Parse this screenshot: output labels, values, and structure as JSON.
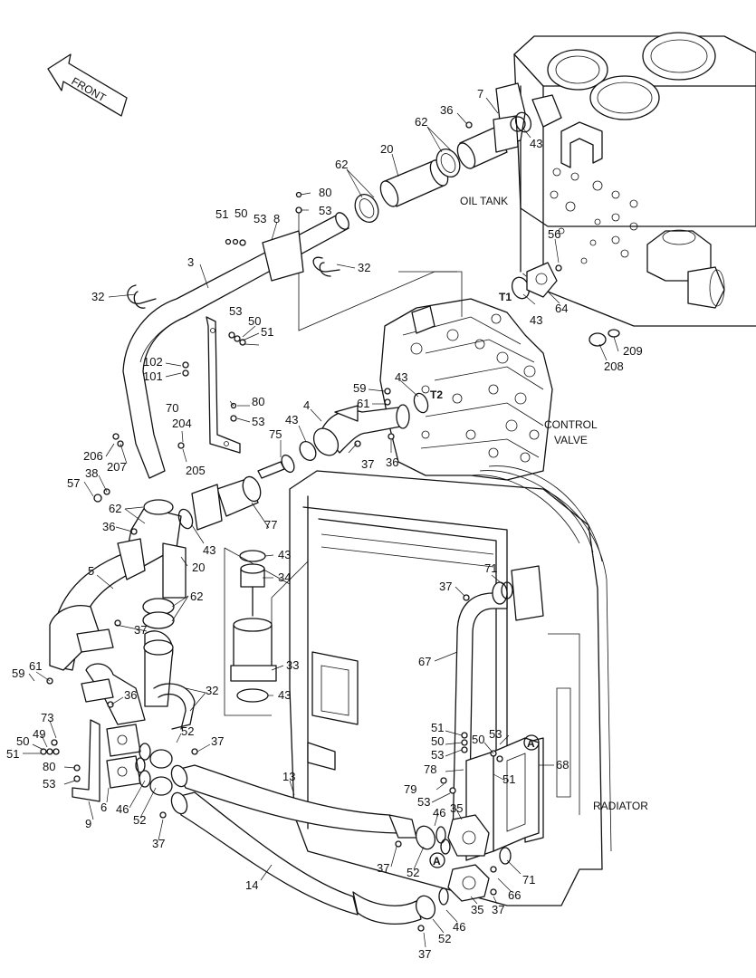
{
  "front_label": "FRONT",
  "oil_tank_label": "OIL TANK",
  "control_valve_label": [
    "CONTROL",
    "VALVE"
  ],
  "radiator_label": "RADIATOR",
  "port_t1": "T1",
  "port_t2": "T2",
  "ref_a": "A",
  "part_labels": [
    {
      "id": "l7",
      "t": "7"
    },
    {
      "id": "l36a",
      "t": "36"
    },
    {
      "id": "l62a",
      "t": "62"
    },
    {
      "id": "l43a",
      "t": "43"
    },
    {
      "id": "l20a",
      "t": "20"
    },
    {
      "id": "l62b",
      "t": "62"
    },
    {
      "id": "l80a",
      "t": "80"
    },
    {
      "id": "l53a",
      "t": "53"
    },
    {
      "id": "l51a",
      "t": "51"
    },
    {
      "id": "l50a",
      "t": "50"
    },
    {
      "id": "l53b",
      "t": "53"
    },
    {
      "id": "l8",
      "t": "8"
    },
    {
      "id": "l3",
      "t": "3"
    },
    {
      "id": "l32a",
      "t": "32"
    },
    {
      "id": "l32b",
      "t": "32"
    },
    {
      "id": "l56",
      "t": "56"
    },
    {
      "id": "l43b",
      "t": "43"
    },
    {
      "id": "l64",
      "t": "64"
    },
    {
      "id": "l53c",
      "t": "53"
    },
    {
      "id": "l50b",
      "t": "50"
    },
    {
      "id": "l51b",
      "t": "51"
    },
    {
      "id": "l102",
      "t": "102"
    },
    {
      "id": "l101",
      "t": "101"
    },
    {
      "id": "l209",
      "t": "209"
    },
    {
      "id": "l208",
      "t": "208"
    },
    {
      "id": "l59a",
      "t": "59"
    },
    {
      "id": "l43c",
      "t": "43"
    },
    {
      "id": "l61a",
      "t": "61"
    },
    {
      "id": "l70",
      "t": "70"
    },
    {
      "id": "l80b",
      "t": "80"
    },
    {
      "id": "l4",
      "t": "4"
    },
    {
      "id": "l43d",
      "t": "43"
    },
    {
      "id": "l53d",
      "t": "53"
    },
    {
      "id": "l204",
      "t": "204"
    },
    {
      "id": "l75",
      "t": "75"
    },
    {
      "id": "l206",
      "t": "206"
    },
    {
      "id": "l207",
      "t": "207"
    },
    {
      "id": "l205",
      "t": "205"
    },
    {
      "id": "l37a",
      "t": "37"
    },
    {
      "id": "l36b",
      "t": "36"
    },
    {
      "id": "l57",
      "t": "57"
    },
    {
      "id": "l38",
      "t": "38"
    },
    {
      "id": "l36c",
      "t": "36"
    },
    {
      "id": "l62c",
      "t": "62"
    },
    {
      "id": "l43e",
      "t": "43"
    },
    {
      "id": "l77",
      "t": "77"
    },
    {
      "id": "l20b",
      "t": "20"
    },
    {
      "id": "l43f",
      "t": "43"
    },
    {
      "id": "l5",
      "t": "5"
    },
    {
      "id": "l34",
      "t": "34"
    },
    {
      "id": "l71a",
      "t": "71"
    },
    {
      "id": "l37b",
      "t": "37"
    },
    {
      "id": "l62d",
      "t": "62"
    },
    {
      "id": "l37c",
      "t": "37"
    },
    {
      "id": "l67",
      "t": "67"
    },
    {
      "id": "l59b",
      "t": "59"
    },
    {
      "id": "l61b",
      "t": "61"
    },
    {
      "id": "l33",
      "t": "33"
    },
    {
      "id": "l36d",
      "t": "36"
    },
    {
      "id": "l32c",
      "t": "32"
    },
    {
      "id": "l43g",
      "t": "43"
    },
    {
      "id": "l73",
      "t": "73"
    },
    {
      "id": "l49",
      "t": "49"
    },
    {
      "id": "l50c",
      "t": "50"
    },
    {
      "id": "l51c",
      "t": "51"
    },
    {
      "id": "l52a",
      "t": "52"
    },
    {
      "id": "l37d",
      "t": "37"
    },
    {
      "id": "l51d",
      "t": "51"
    },
    {
      "id": "l50d",
      "t": "50"
    },
    {
      "id": "l53e",
      "t": "53"
    },
    {
      "id": "l53f",
      "t": "53"
    },
    {
      "id": "l50e",
      "t": "50"
    },
    {
      "id": "l78",
      "t": "78"
    },
    {
      "id": "l51e",
      "t": "51"
    },
    {
      "id": "l68",
      "t": "68"
    },
    {
      "id": "l80c",
      "t": "80"
    },
    {
      "id": "l53g",
      "t": "53"
    },
    {
      "id": "l13",
      "t": "13"
    },
    {
      "id": "l6",
      "t": "6"
    },
    {
      "id": "l46a",
      "t": "46"
    },
    {
      "id": "l52b",
      "t": "52"
    },
    {
      "id": "l9",
      "t": "9"
    },
    {
      "id": "l79",
      "t": "79"
    },
    {
      "id": "l53h",
      "t": "53"
    },
    {
      "id": "l35a",
      "t": "35"
    },
    {
      "id": "l46b",
      "t": "46"
    },
    {
      "id": "l37e",
      "t": "37"
    },
    {
      "id": "l37f",
      "t": "37"
    },
    {
      "id": "l52c",
      "t": "52"
    },
    {
      "id": "l71b",
      "t": "71"
    },
    {
      "id": "l66",
      "t": "66"
    },
    {
      "id": "l14",
      "t": "14"
    },
    {
      "id": "l35b",
      "t": "35"
    },
    {
      "id": "l37g",
      "t": "37"
    },
    {
      "id": "l46c",
      "t": "46"
    },
    {
      "id": "l52d",
      "t": "52"
    },
    {
      "id": "l37h",
      "t": "37"
    }
  ]
}
